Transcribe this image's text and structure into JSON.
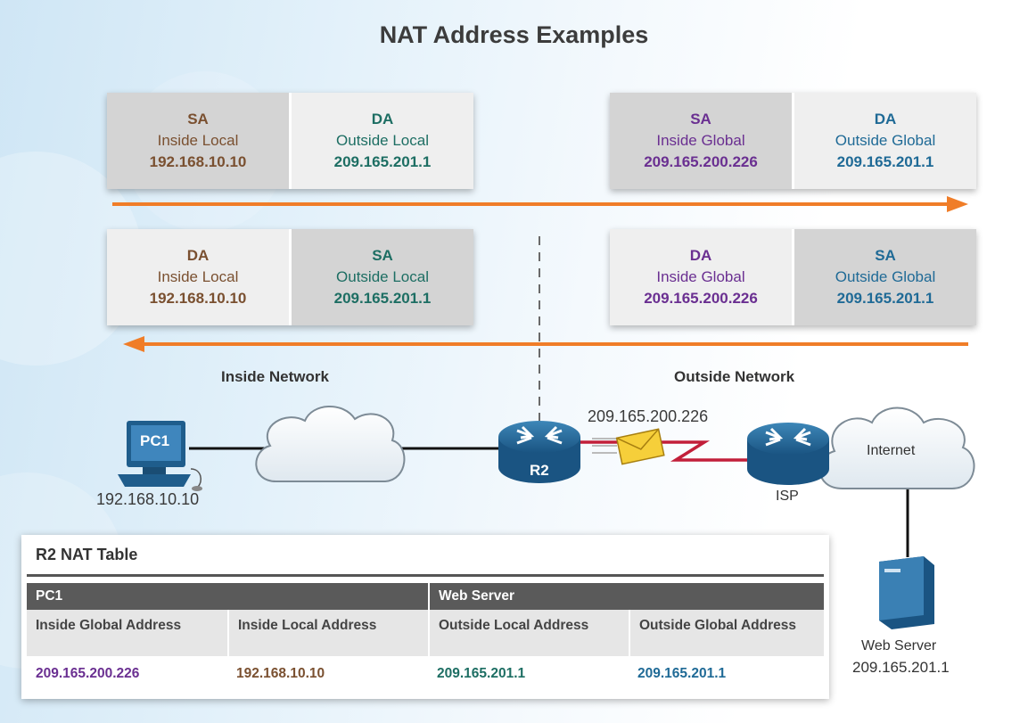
{
  "title": "NAT Address Examples",
  "packets": {
    "p1": {
      "left": {
        "kind": "SA",
        "desc": "Inside Local",
        "ip": "192.168.10.10"
      },
      "right": {
        "kind": "DA",
        "desc": "Outside Local",
        "ip": "209.165.201.1"
      }
    },
    "p2": {
      "left": {
        "kind": "SA",
        "desc": "Inside Global",
        "ip": "209.165.200.226"
      },
      "right": {
        "kind": "DA",
        "desc": "Outside Global",
        "ip": "209.165.201.1"
      }
    },
    "p3": {
      "left": {
        "kind": "DA",
        "desc": "Inside Local",
        "ip": "192.168.10.10"
      },
      "right": {
        "kind": "SA",
        "desc": "Outside Local",
        "ip": "209.165.201.1"
      }
    },
    "p4": {
      "left": {
        "kind": "DA",
        "desc": "Inside Global",
        "ip": "209.165.200.226"
      },
      "right": {
        "kind": "SA",
        "desc": "Outside Global",
        "ip": "209.165.201.1"
      }
    }
  },
  "network": {
    "inside_label": "Inside Network",
    "outside_label": "Outside Network",
    "pc_label": "PC1",
    "pc_ip": "192.168.10.10",
    "router_label": "R2",
    "router_public_ip": "209.165.200.226",
    "isp_label": "ISP",
    "internet_label": "Internet",
    "server_label": "Web Server",
    "server_ip": "209.165.201.1"
  },
  "nat_table": {
    "title": "R2 NAT Table",
    "groups": [
      "PC1",
      "Web Server"
    ],
    "columns": [
      "Inside Global Address",
      "Inside Local Address",
      "Outside Local Address",
      "Outside Global Address"
    ],
    "row": [
      "209.165.200.226",
      "192.168.10.10",
      "209.165.201.1",
      "209.165.201.1"
    ]
  },
  "colors": {
    "inside_local": "#7a5030",
    "outside_local": "#1d6e63",
    "inside_global": "#6a2f91",
    "outside_global": "#1f6a96",
    "arrow": "#f07d28"
  }
}
